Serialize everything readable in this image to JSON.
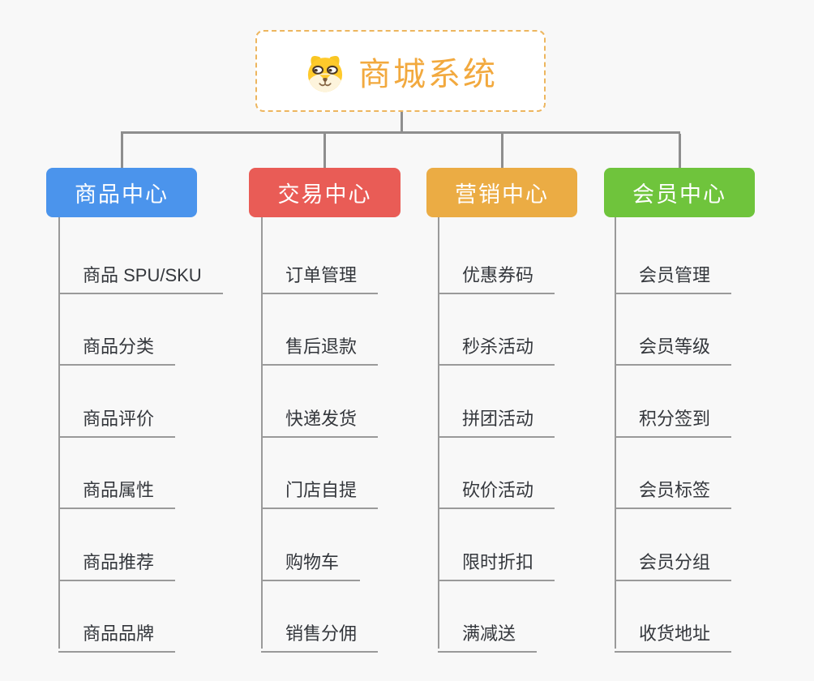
{
  "root": {
    "label": "商城系统",
    "icon": "dog-face-icon",
    "text_color": "#f2a93e",
    "border_color": "#edb65f"
  },
  "connector_color": "#8e8e8e",
  "branches": [
    {
      "label": "商品中心",
      "color": "#4b94ec",
      "items": [
        "商品 SPU/SKU",
        "商品分类",
        "商品评价",
        "商品属性",
        "商品推荐",
        "商品品牌"
      ]
    },
    {
      "label": "交易中心",
      "color": "#e95c56",
      "items": [
        "订单管理",
        "售后退款",
        "快递发货",
        "门店自提",
        "购物车",
        "销售分佣"
      ]
    },
    {
      "label": "营销中心",
      "color": "#ebac44",
      "items": [
        "优惠券码",
        "秒杀活动",
        "拼团活动",
        "砍价活动",
        "限时折扣",
        "满减送"
      ]
    },
    {
      "label": "会员中心",
      "color": "#6fc43c",
      "items": [
        "会员管理",
        "会员等级",
        "积分签到",
        "会员标签",
        "会员分组",
        "收货地址"
      ]
    }
  ]
}
